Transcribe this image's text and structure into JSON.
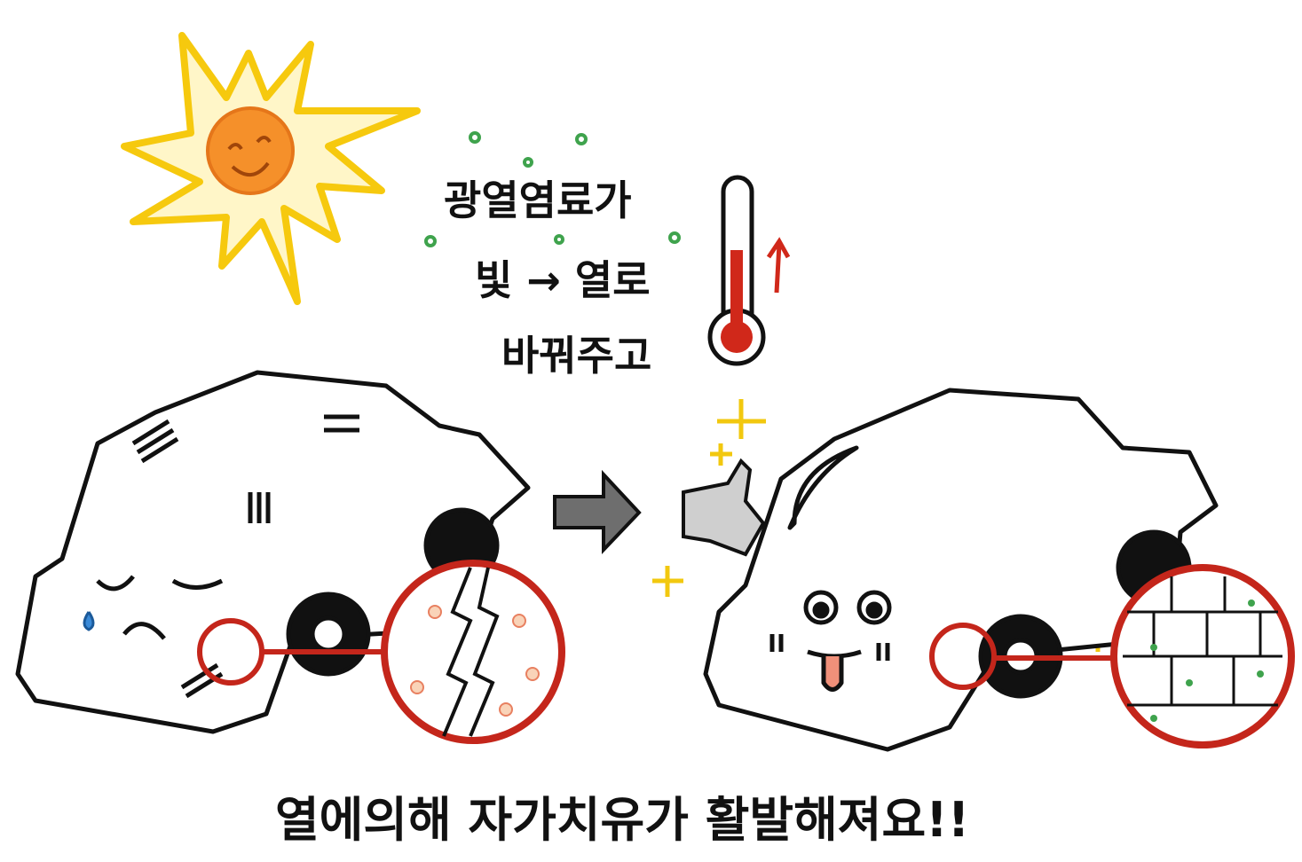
{
  "caption": {
    "line1": "광열염료가",
    "line2": "빛 → 열로",
    "line3": "바꿔주고"
  },
  "bottom_text": "열에의해 자가치유가 활발해져요!!",
  "colors": {
    "sun_ray": "#f6c90e",
    "sun_face": "#f5902a",
    "thermo_red": "#d0281a",
    "zoom_circle": "#c4261b",
    "arrow": "#6e6e6e",
    "sparkle": "#f2c80f",
    "dots": "#3fa34d"
  },
  "icons": [
    "sun-icon",
    "thermometer-icon",
    "arrow-right-icon",
    "thumbs-up-icon",
    "sparkle-icon"
  ]
}
